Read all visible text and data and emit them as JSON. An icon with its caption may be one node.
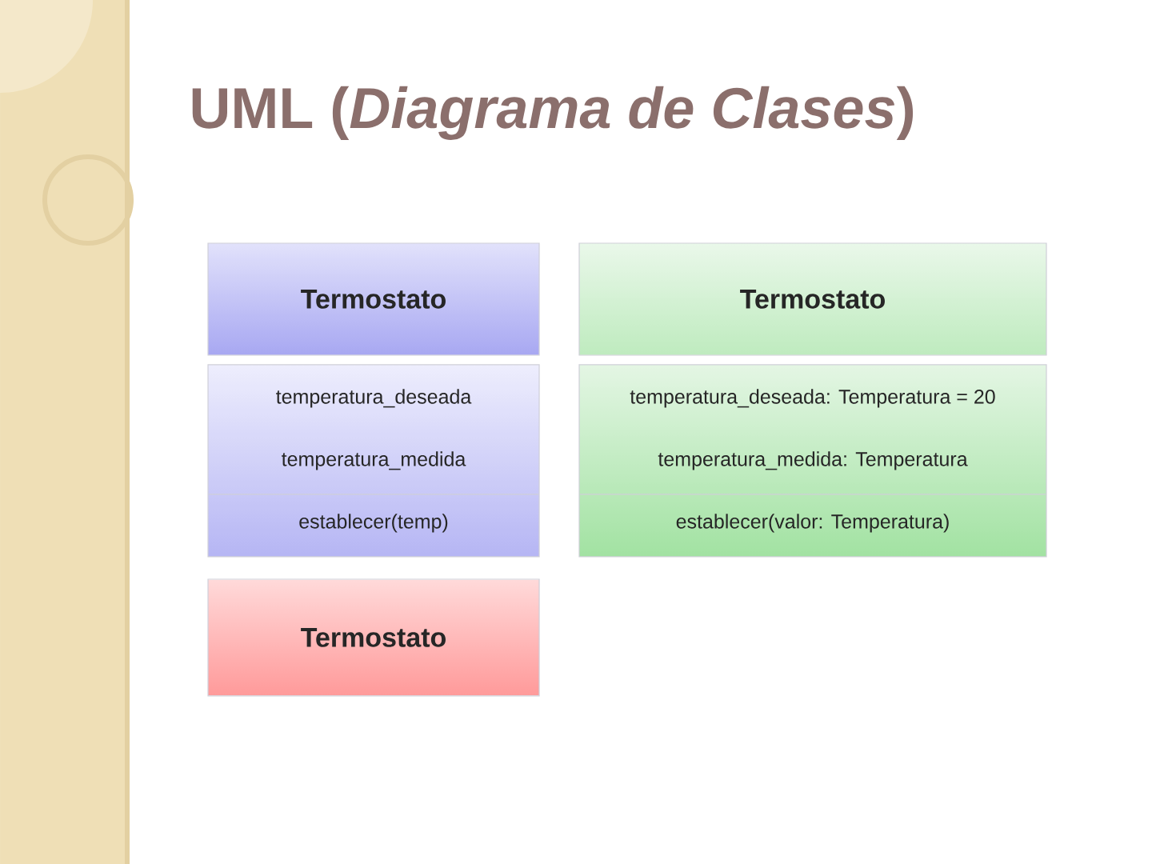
{
  "diagram": {
    "title": "UML (*Diagrama de Clases*)",
    "nodes": [
      {
        "text": [
          "Termostato"
        ]
      },
      {
        "text": [
          "temperatura_deseada",
          "temperatura_medida",
          "establecer(temp)"
        ]
      },
      {
        "text": [
          "Termostato"
        ]
      },
      {
        "text": [
          "temperatura_deseada: Temperatura = 20",
          "temperatura_medida: Temperatura",
          "establecer(valor: Temperatura)"
        ]
      },
      {
        "text": [
          "Termostato"
        ]
      }
    ]
  }
}
